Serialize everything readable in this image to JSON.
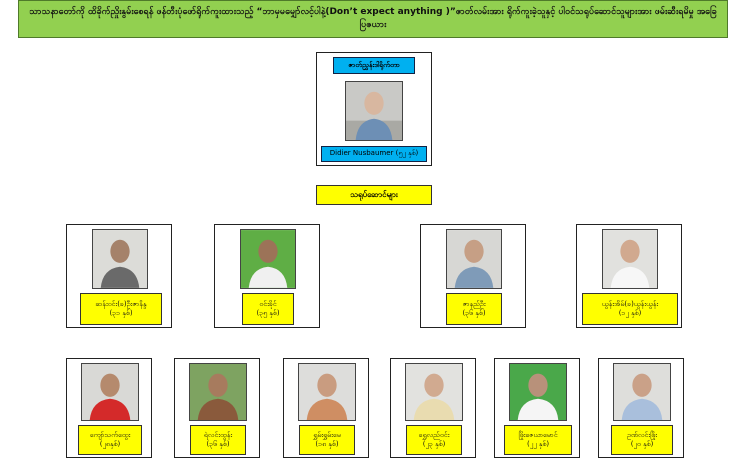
{
  "banner": {
    "text": "သာသနာတော်ကို ထိခိုက်ညှိုးနွမ်းစေရန် ဖန်တီးပုံဖော်ရိုက်ကူးထားသည့် “ဘာမှမမျှော်လင့်ပါနဲ့(Don’t expect anything )”ဇာတ်လမ်းအား ရိုက်ကူးခဲ့သူနှင့် ပါဝင်သရုပ်ဆောင်သူများအား ဖမ်းဆီးရမိမှု အခြေပြဇယား"
  },
  "director": {
    "header": "ဇာတ်ညွှန်းဒါရိုက်တာ",
    "name": "Didier Nusbaumer  (၅၂ နှစ်)"
  },
  "actors_header": "သရုပ်ဆောင်များ",
  "row1": [
    {
      "name": "ဆန်းဝင်း(ခ)ဦးဇာနိန္ဒ",
      "age": "(၃၁ နှစ်)"
    },
    {
      "name": "ဝင်းခိုင်",
      "age": "(၃၅ နှစ်)"
    },
    {
      "name": "ဇာနည်ဦး",
      "age": "(၃၆ နှစ်)"
    },
    {
      "name": "ယွန်းအိမ်(ခ)ယွန်းယွန်း",
      "age": "(၁၂ နှစ်)"
    }
  ],
  "row2": [
    {
      "name": "ကျော်သက်ထွေး",
      "age": "(၂၈နှစ်)"
    },
    {
      "name": "ရဲလင်းထွန်း",
      "age": "(၃၆ နှစ်)"
    },
    {
      "name": "ရွှမ်းရွှမ်းမေ",
      "age": "(၁၈ နှစ်)"
    },
    {
      "name": "ရွှေလည်ဝင်း",
      "age": "(၂၃ နှစ်)"
    },
    {
      "name": "ဖြိုးဇေယာမောင်",
      "age": "(၂၂ နှစ်)"
    },
    {
      "name": "ဥဏ်လင်းဖြိုး",
      "age": "(၂၀ နှစ်)"
    }
  ],
  "colors": {
    "banner": "#92d050",
    "label": "#ffff00",
    "director_label": "#00b0f0"
  }
}
